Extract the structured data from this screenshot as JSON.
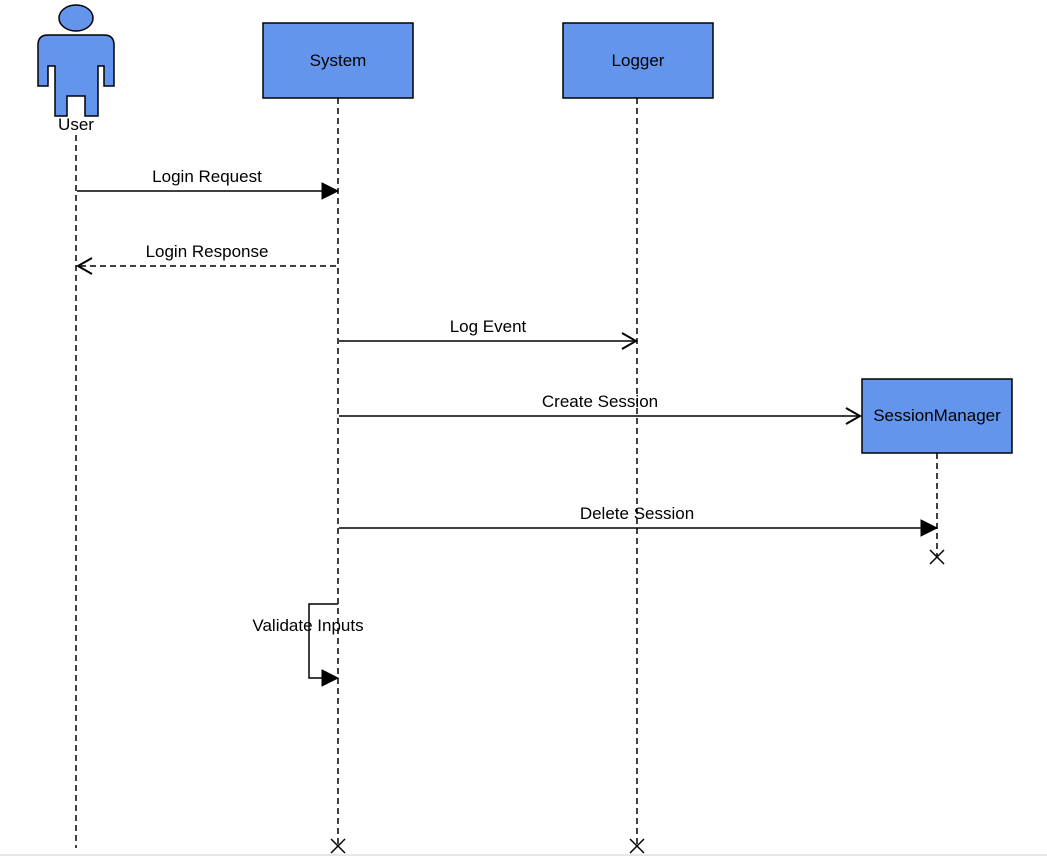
{
  "diagram": {
    "type": "sequence",
    "colors": {
      "participant_fill": "#6495ED",
      "stroke": "#000000",
      "background": "#FFFFFF"
    },
    "participants": [
      {
        "id": "user",
        "label": "User",
        "kind": "actor",
        "icon": "actor-person-icon"
      },
      {
        "id": "system",
        "label": "System",
        "kind": "box"
      },
      {
        "id": "logger",
        "label": "Logger",
        "kind": "box"
      },
      {
        "id": "session",
        "label": "SessionManager",
        "kind": "box",
        "created_by_message": "Create Session"
      }
    ],
    "messages": [
      {
        "label": "Login Request",
        "from": "user",
        "to": "system",
        "style": "solid",
        "arrow": "filled"
      },
      {
        "label": "Login Response",
        "from": "system",
        "to": "user",
        "style": "dashed",
        "arrow": "open"
      },
      {
        "label": "Log Event",
        "from": "system",
        "to": "logger",
        "style": "solid",
        "arrow": "open"
      },
      {
        "label": "Create Session",
        "from": "system",
        "to": "session",
        "style": "solid",
        "arrow": "open",
        "creates": "session"
      },
      {
        "label": "Delete Session",
        "from": "system",
        "to": "session",
        "style": "solid",
        "arrow": "filled",
        "destroys": "session"
      },
      {
        "label": "Validate Inputs",
        "from": "system",
        "to": "system",
        "style": "solid",
        "arrow": "filled",
        "self": true
      }
    ],
    "destroyed": [
      "session",
      "system",
      "logger"
    ]
  }
}
